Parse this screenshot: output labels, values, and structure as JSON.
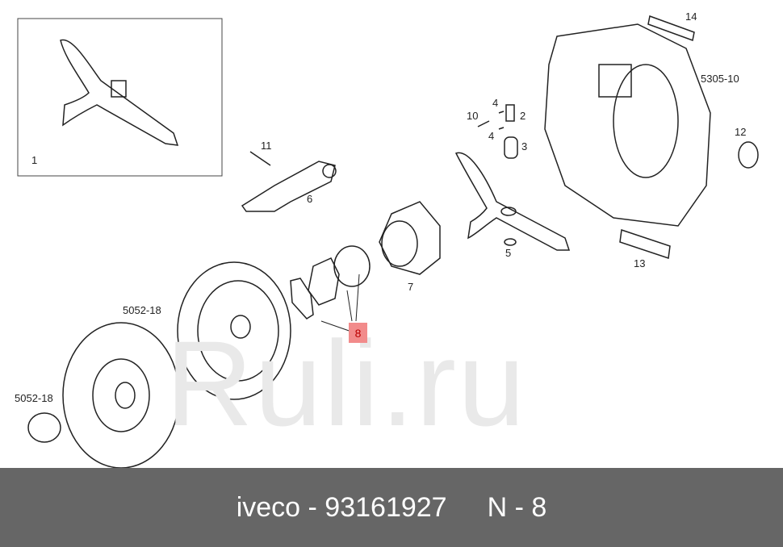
{
  "watermark": "Ruli.ru",
  "highlight_color": "#f28b8b",
  "callouts": {
    "inset": "1",
    "gasket_top": "14",
    "housing": "5305-10",
    "bolt_a": "4",
    "sensor": "2",
    "bolt_b": "10",
    "bolt_c": "4",
    "bushing": "3",
    "bolt_cyl": "11",
    "cylinder": "6",
    "plug": "12",
    "seal": "5",
    "gasket_side": "13",
    "bearing": "7",
    "pressure_plate": "5052-18",
    "highlighted": "8",
    "disc": "5052-18"
  },
  "footer": {
    "brand_part": "iveco - 93161927",
    "position": "N - 8"
  }
}
